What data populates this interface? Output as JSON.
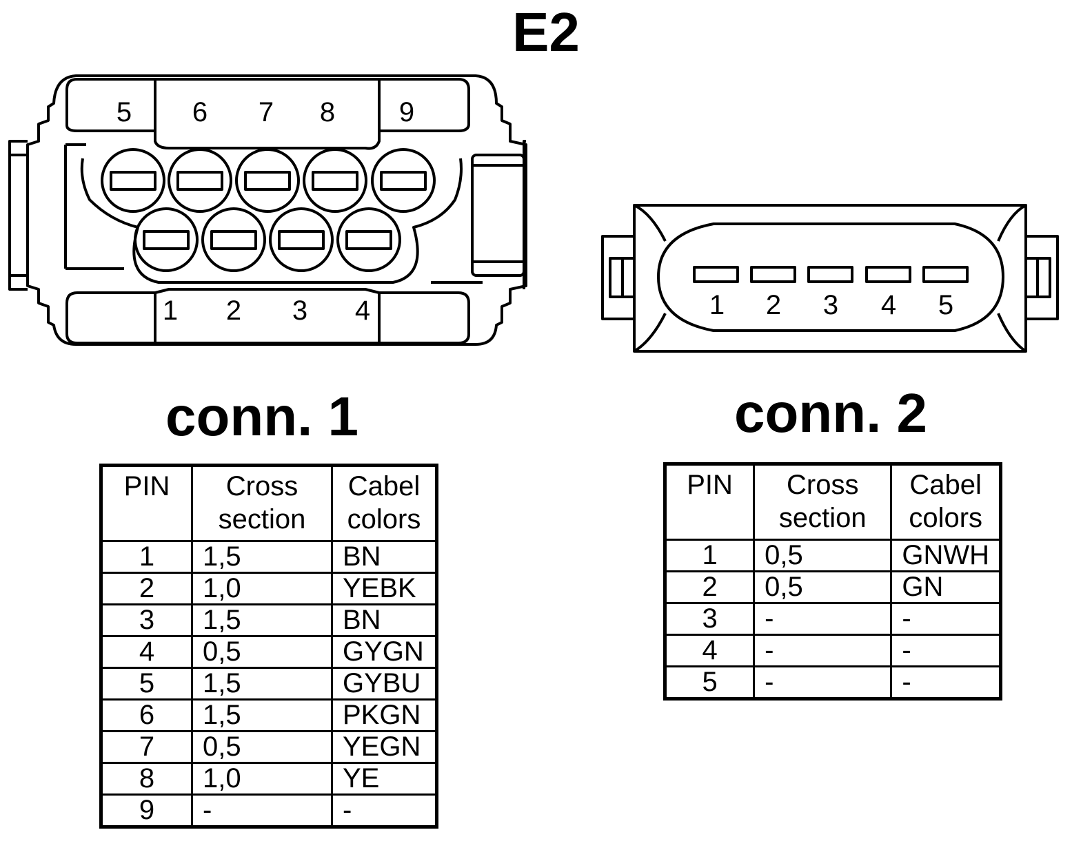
{
  "title": "E2",
  "connector1": {
    "title": "conn. 1",
    "pin_labels_top": [
      "5",
      "6",
      "7",
      "8",
      "9"
    ],
    "pin_labels_bottom": [
      "1",
      "2",
      "3",
      "4"
    ],
    "table": {
      "headers": {
        "pin": "PIN",
        "cross1": "Cross",
        "cross2": "section",
        "color1": "Cabel",
        "color2": "colors"
      },
      "rows": [
        {
          "pin": "1",
          "cross": "1,5",
          "color": "BN"
        },
        {
          "pin": "2",
          "cross": "1,0",
          "color": "YEBK"
        },
        {
          "pin": "3",
          "cross": "1,5",
          "color": "BN"
        },
        {
          "pin": "4",
          "cross": "0,5",
          "color": "GYGN"
        },
        {
          "pin": "5",
          "cross": "1,5",
          "color": "GYBU"
        },
        {
          "pin": "6",
          "cross": "1,5",
          "color": "PKGN"
        },
        {
          "pin": "7",
          "cross": "0,5",
          "color": "YEGN"
        },
        {
          "pin": "8",
          "cross": "1,0",
          "color": "YE"
        },
        {
          "pin": "9",
          "cross": "-",
          "color": "-"
        }
      ]
    }
  },
  "connector2": {
    "title": "conn. 2",
    "pin_labels": [
      "1",
      "2",
      "3",
      "4",
      "5"
    ],
    "table": {
      "headers": {
        "pin": "PIN",
        "cross1": "Cross",
        "cross2": "section",
        "color1": "Cabel",
        "color2": "colors"
      },
      "rows": [
        {
          "pin": "1",
          "cross": "0,5",
          "color": "GNWH"
        },
        {
          "pin": "2",
          "cross": "0,5",
          "color": "GN"
        },
        {
          "pin": "3",
          "cross": "-",
          "color": "-"
        },
        {
          "pin": "4",
          "cross": "-",
          "color": "-"
        },
        {
          "pin": "5",
          "cross": "-",
          "color": "-"
        }
      ]
    }
  }
}
